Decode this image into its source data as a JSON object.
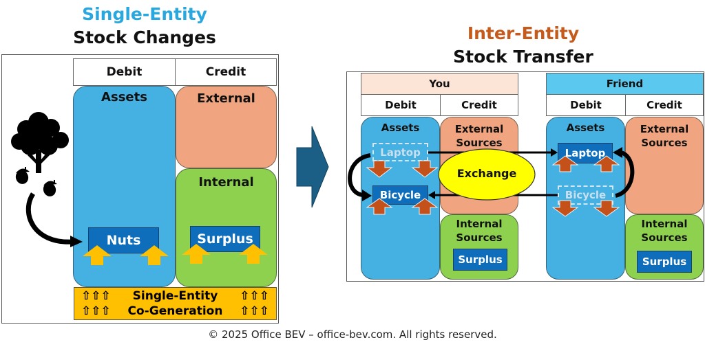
{
  "left_panel": {
    "title_line1": "Single-Entity",
    "title_line2": "Stock Changes",
    "headers": {
      "debit": "Debit",
      "credit": "Credit"
    },
    "assets_label": "Assets",
    "external_label": "External",
    "internal_label": "Internal",
    "asset_item": "Nuts",
    "surplus_item": "Surplus",
    "cogeneration": {
      "line1": "Single-Entity",
      "line2": "Co-Generation",
      "arrow_glyph": "⇧⇧⇧"
    },
    "source_icons": [
      "tree-icon",
      "acorn-icon",
      "acorn-icon"
    ]
  },
  "transition_arrow": "right-arrow-icon",
  "right_panel": {
    "title_line1": "Inter-Entity",
    "title_line2": "Stock Transfer",
    "entities": [
      {
        "name": "You",
        "header_color": "#fce4d6",
        "headers": {
          "debit": "Debit",
          "credit": "Credit"
        },
        "assets_label": "Assets",
        "external_label": "External Sources",
        "internal_label": "Internal Sources",
        "surplus_item": "Surplus",
        "outgoing_item": "Laptop",
        "incoming_item": "Bicycle"
      },
      {
        "name": "Friend",
        "header_color": "#5bc8f0",
        "headers": {
          "debit": "Debit",
          "credit": "Credit"
        },
        "assets_label": "Assets",
        "external_label": "External Sources",
        "internal_label": "Internal Sources",
        "surplus_item": "Surplus",
        "incoming_item": "Laptop",
        "outgoing_item": "Bicycle"
      }
    ],
    "exchange_label": "Exchange"
  },
  "colors": {
    "assets": "#45b0e2",
    "external": "#f0a47f",
    "internal": "#8ed14e",
    "item_box": "#0e6ebc",
    "up_arrow": "#fec000",
    "transfer_arrow": "#c5511a",
    "exchange": "#ffff00",
    "cogeneration": "#fec000"
  },
  "footer": "© 2025 Office BEV – office-bev.com. All rights reserved."
}
